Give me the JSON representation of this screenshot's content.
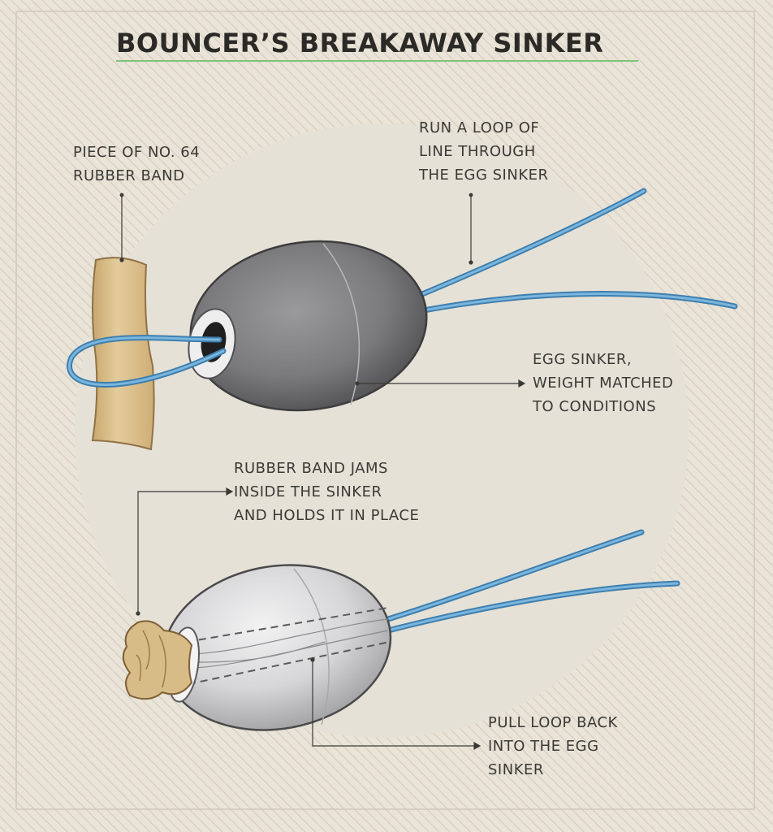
{
  "title": "BOUNCER’S BREAKAWAY SINKER",
  "callouts": {
    "rubber_band_piece": [
      "PIECE OF NO. 64",
      "RUBBER BAND"
    ],
    "run_loop": [
      "RUN A LOOP OF",
      "LINE THROUGH",
      "THE EGG SINKER"
    ],
    "egg_sinker": [
      "EGG SINKER,",
      "WEIGHT MATCHED",
      "TO CONDITIONS"
    ],
    "rubber_jams": [
      "RUBBER BAND JAMS",
      "INSIDE THE SINKER",
      "AND HOLDS IT IN PLACE"
    ],
    "pull_loop": [
      "PULL LOOP BACK",
      "INTO THE EGG",
      "SINKER"
    ]
  },
  "colors": {
    "background": "#e8e2d6",
    "hatch": "#d2cbbd",
    "circle": "#e6e1d6",
    "title_underline": "#7cc576",
    "line": "#5a9ccc",
    "rubber": "#dcc192",
    "sinker_top": "#6f6f71",
    "sinker_bottom": "#d4d4d6",
    "leader": "#3b3a36"
  }
}
